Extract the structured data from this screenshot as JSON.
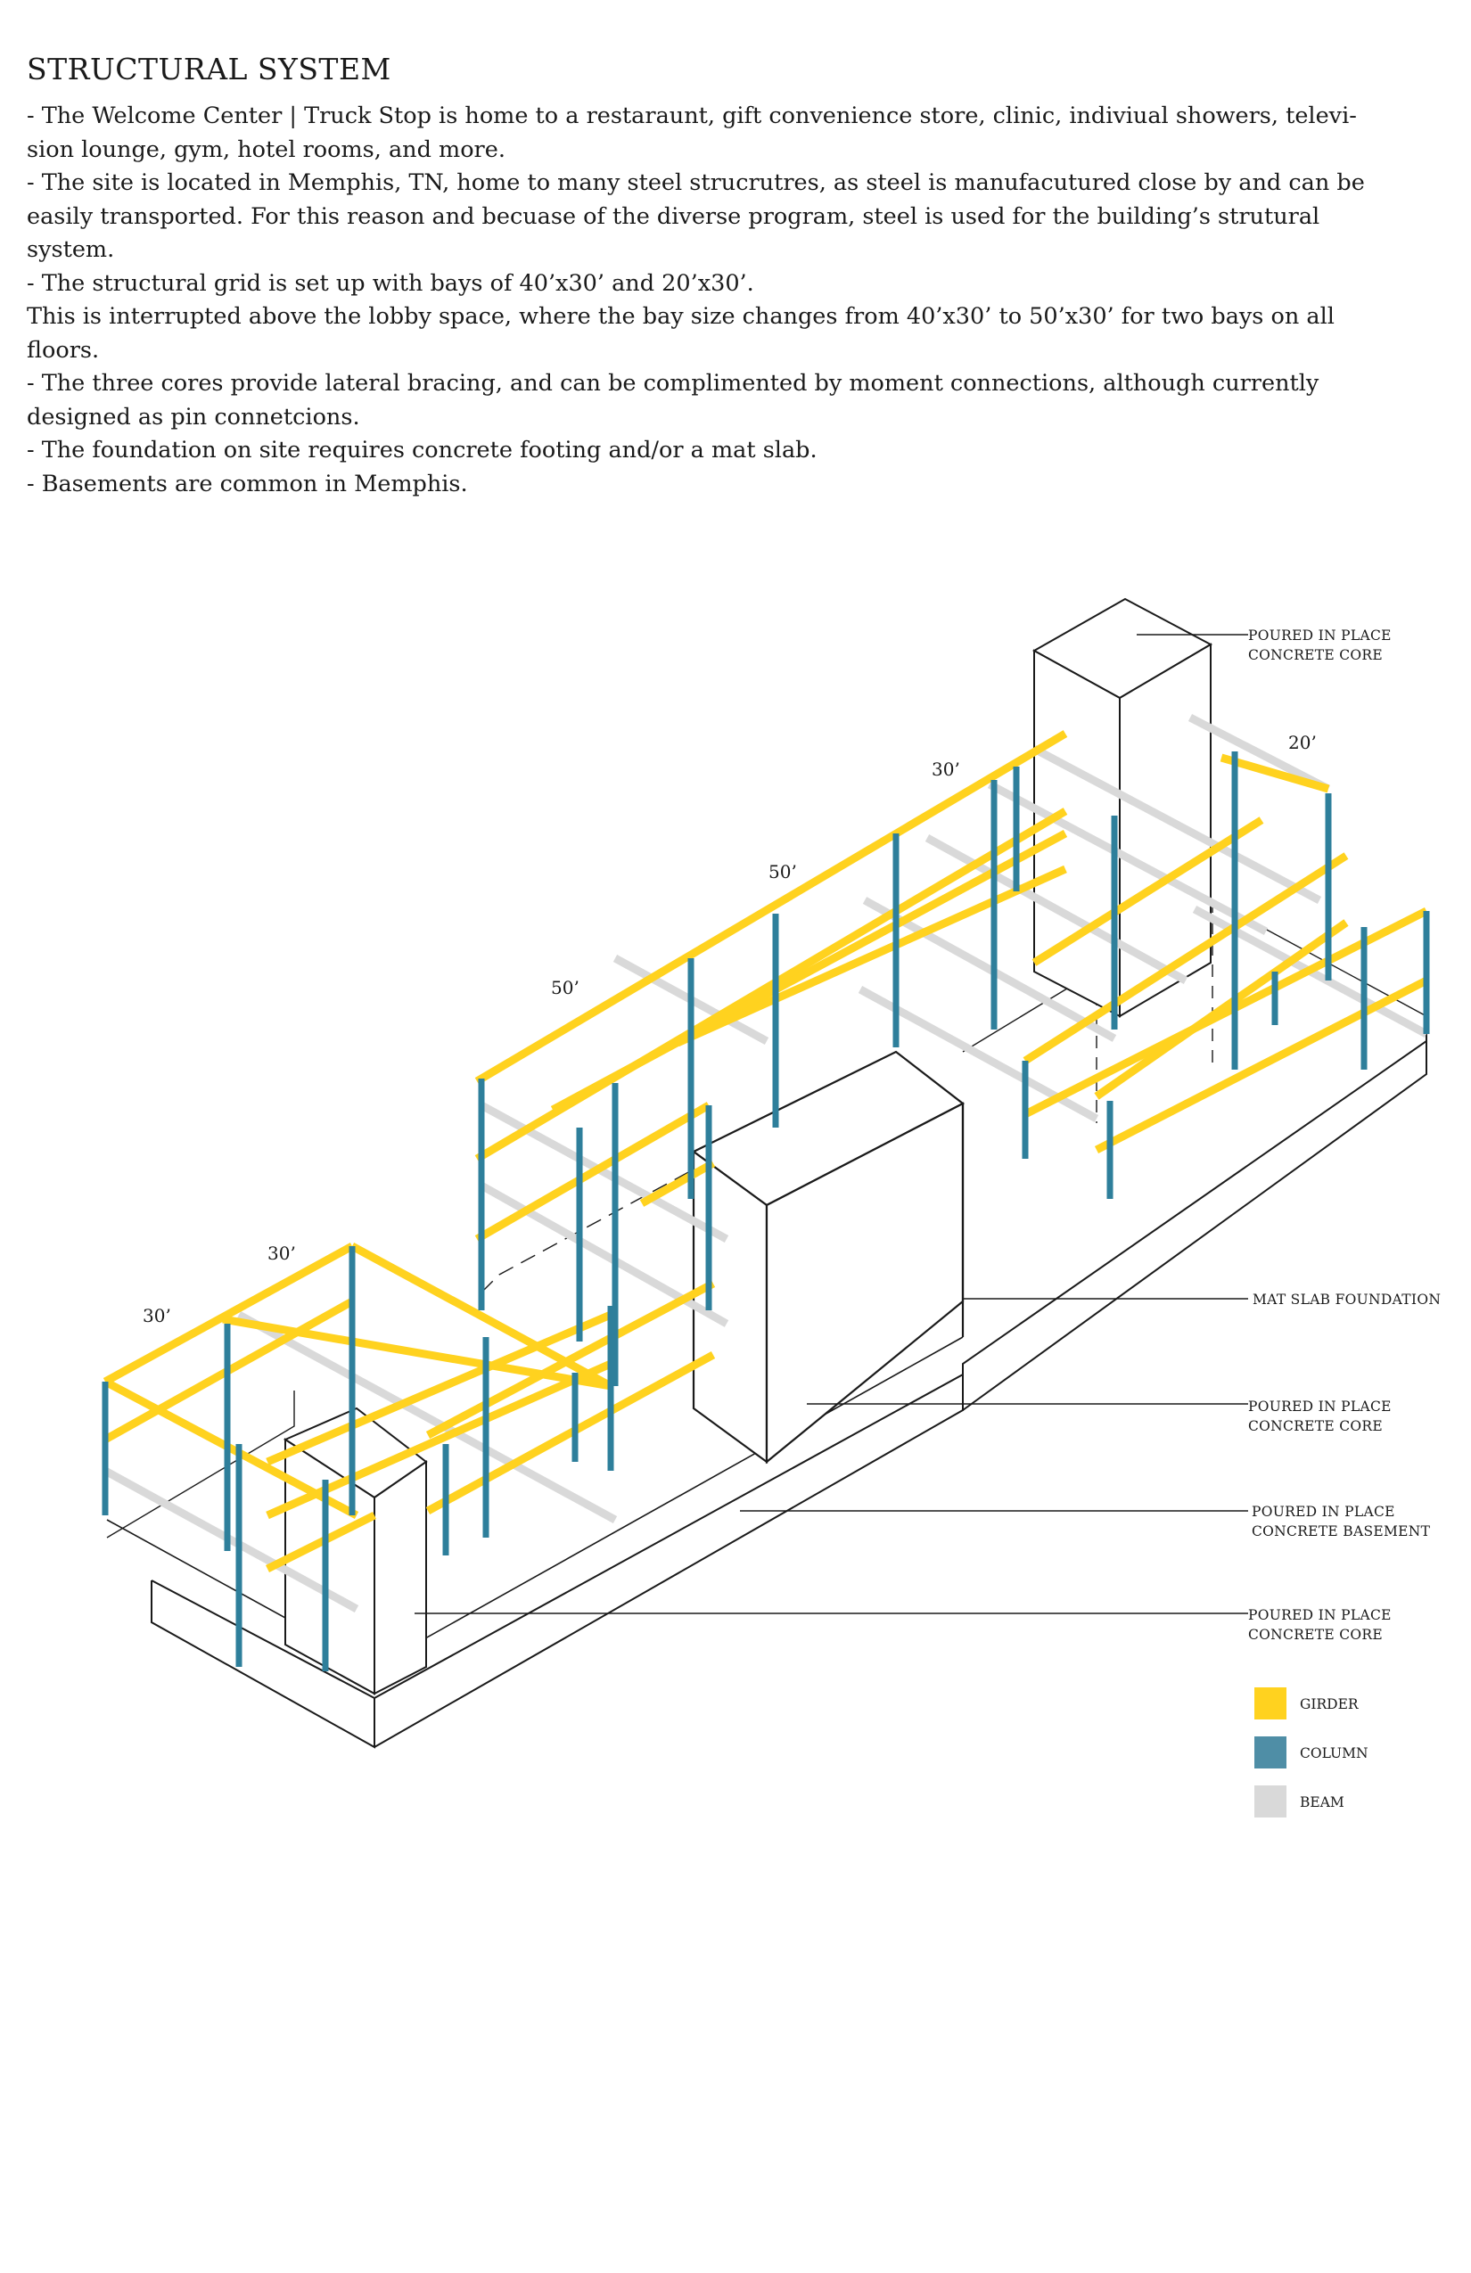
{
  "title": "STRUCTURAL SYSTEM",
  "paragraphs": [
    "- The Welcome Center | Truck Stop is home to a restaraunt, gift convenience store, clinic, indiviual showers, televi-sion lounge, gym, hotel rooms, and more.",
    "- The site is located in Memphis, TN, home to many steel strucrutres, as steel is manufacutured close by and can be easily transported. For this reason and becuase of the diverse program, steel is used for the building’s strutural system.",
    "- The structural grid is set up with bays of 40’x30’ and 20’x30’.",
    "This is interrupted above the lobby space, where the bay size changes from 40’x30’ to  50’x30’ for two bays on all floors.",
    "- The three cores provide lateral bracing, and can be complimented by moment connections, although currently designed as pin connetcions.",
    "- The foundation on site requires concrete footing and/or a mat slab.",
    "- Basements are common in Memphis."
  ],
  "dimensions": {
    "d1": "30’",
    "d2": "20’",
    "d3": "50’",
    "d4": "50’",
    "d5": "30’",
    "d6": "30’"
  },
  "callouts": {
    "core_top_l1": "POURED IN PLACE",
    "core_top_l2": "CONCRETE CORE",
    "mat_slab": "MAT SLAB FOUNDATION",
    "core_mid_l1": "POURED IN PLACE",
    "core_mid_l2": "CONCRETE CORE",
    "basement_l1": "POURED IN PLACE",
    "basement_l2": "CONCRETE BASEMENT",
    "core_low_l1": "POURED IN PLACE",
    "core_low_l2": "CONCRETE CORE"
  },
  "legend": {
    "girder": "GIRDER",
    "column": "COLUMN",
    "beam": "BEAM"
  },
  "colors": {
    "girder": "#FFD21F",
    "column": "#2E7F9B",
    "beam": "#D9D9D9",
    "outline": "#1a1a1a"
  }
}
